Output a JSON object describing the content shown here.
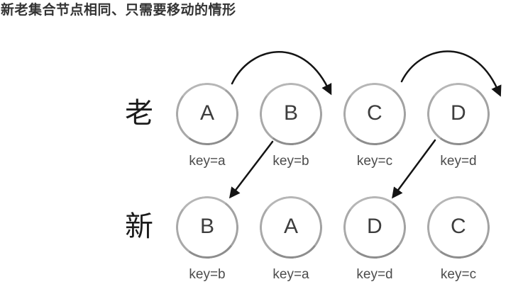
{
  "title": "新老集合节点相同、只需要移动的情形",
  "diagram": {
    "rows": [
      {
        "id": "old",
        "label": "老",
        "nodes": [
          {
            "label": "A",
            "key": "key=a"
          },
          {
            "label": "B",
            "key": "key=b"
          },
          {
            "label": "C",
            "key": "key=c"
          },
          {
            "label": "D",
            "key": "key=d"
          }
        ]
      },
      {
        "id": "new",
        "label": "新",
        "nodes": [
          {
            "label": "B",
            "key": "key=b"
          },
          {
            "label": "A",
            "key": "key=a"
          },
          {
            "label": "D",
            "key": "key=d"
          },
          {
            "label": "C",
            "key": "key=c"
          }
        ]
      }
    ],
    "arrows": [
      {
        "name": "curved-arrow-over-b",
        "from": "old-A",
        "to": "old-C",
        "style": "curved"
      },
      {
        "name": "curved-arrow-over-d",
        "from": "old-C",
        "to": "right-of-old-D",
        "style": "curved"
      },
      {
        "name": "move-arrow-b",
        "from": "old-B",
        "to": "new-B",
        "style": "straight"
      },
      {
        "name": "move-arrow-d",
        "from": "old-D",
        "to": "new-D",
        "style": "straight"
      }
    ],
    "colors": {
      "title_text": "#333333",
      "circle_stroke": "#a0a0a0",
      "node_letter": "#3d3d3d",
      "key_text": "#4c4c4c",
      "arrow": "#141414",
      "background": "#ffffff"
    }
  }
}
